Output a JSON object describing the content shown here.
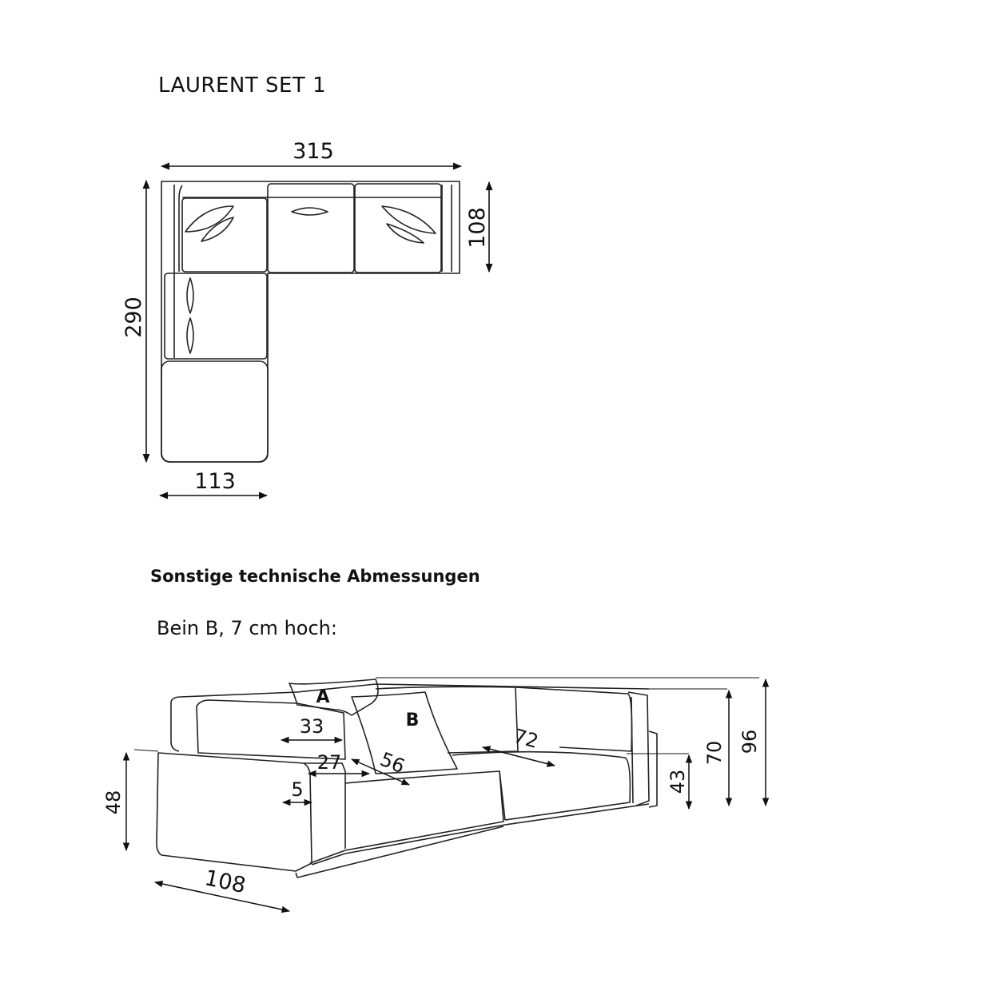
{
  "title": "LAURENT SET 1",
  "top_view": {
    "width": "315",
    "depth_right": "108",
    "depth_left": "290",
    "chaise_width": "113"
  },
  "section_heading": "Sonstige technische Abmessungen",
  "leg_note": "Bein B, 7 cm hoch:",
  "side_view": {
    "label_a": "A",
    "label_b": "B",
    "pillow_a": "33",
    "armrest_top": "27",
    "armrest_leg": "5",
    "pillow_b": "56",
    "seat_depth": "72",
    "arm_height": "48",
    "seat_height": "43",
    "back_height": "70",
    "total_height": "96",
    "depth": "108"
  }
}
